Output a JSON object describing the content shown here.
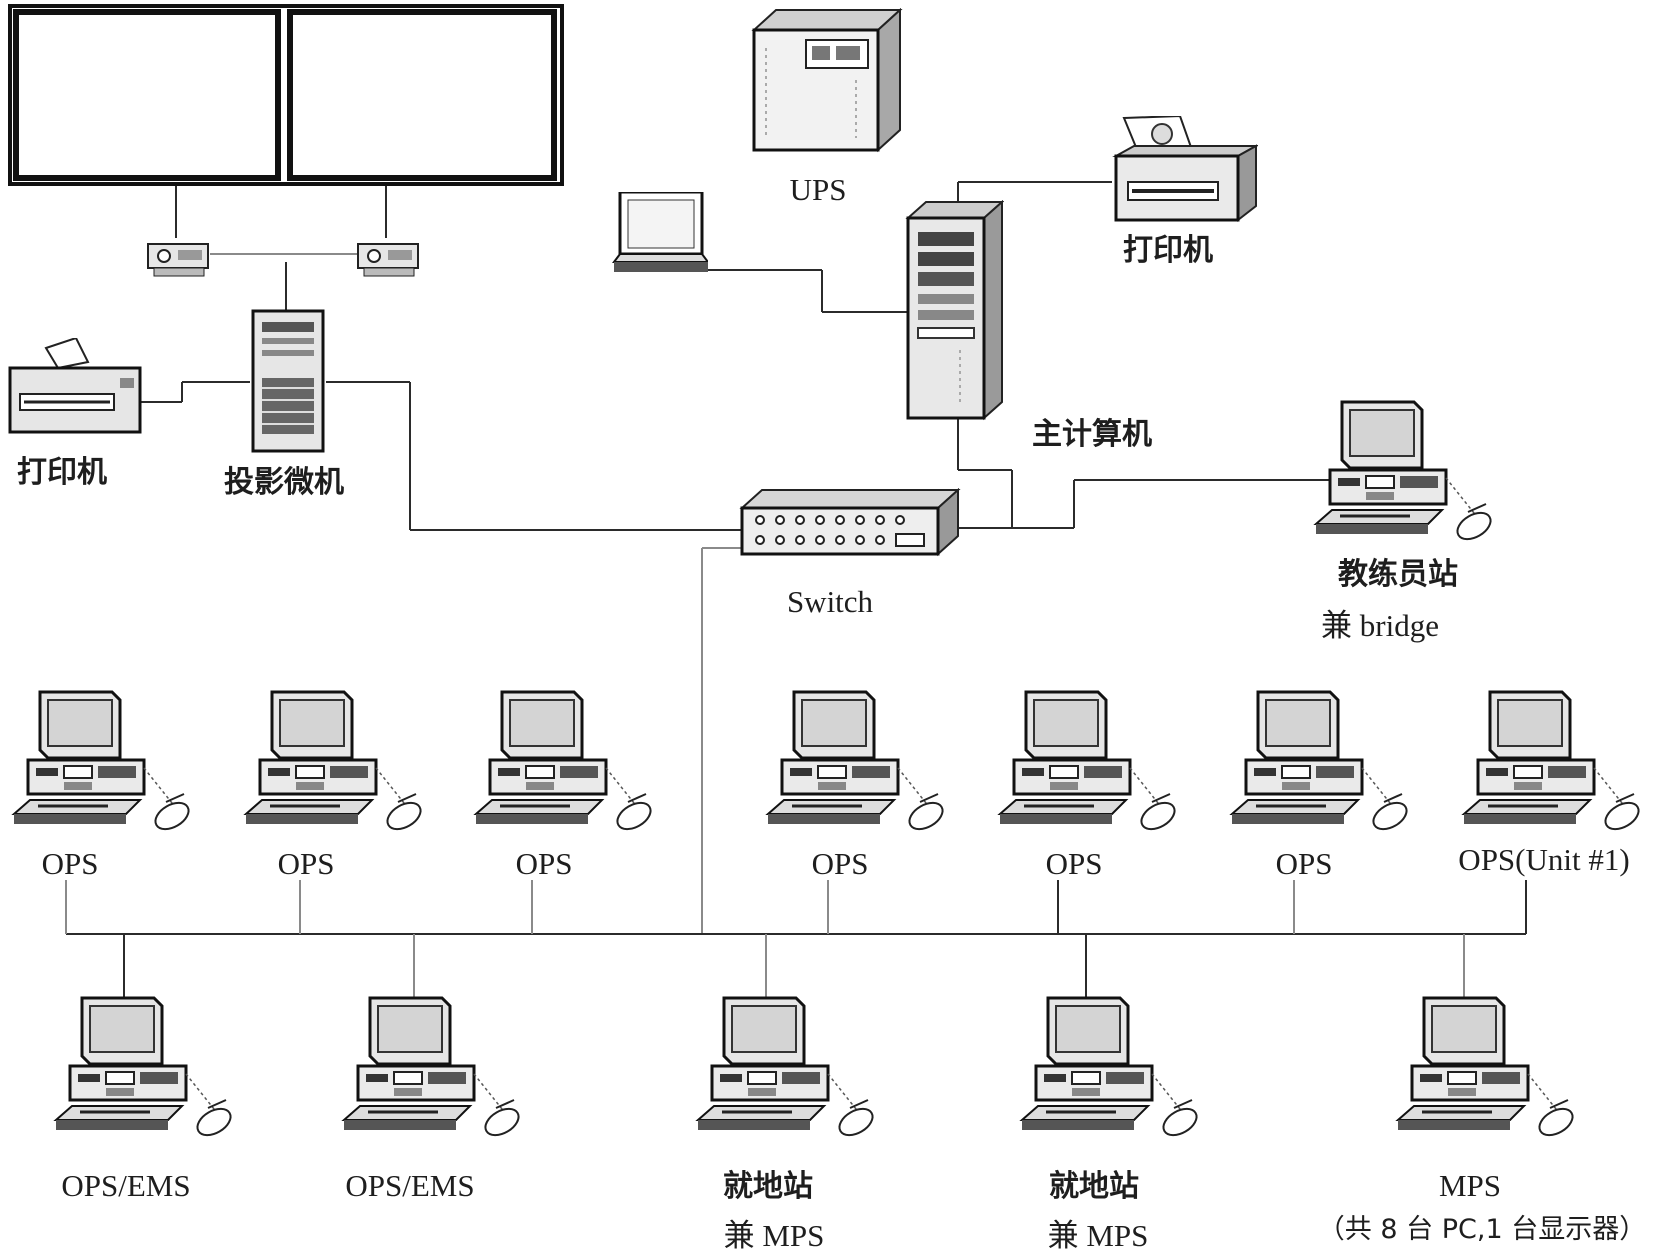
{
  "diagram": {
    "display_wall": {
      "name": "large-display-wall"
    },
    "labels": {
      "ups": "UPS",
      "printer_right": "打印机",
      "printer_left": "打印机",
      "projector_pc": "投影微机",
      "host_computer": "主计算机",
      "switch": "Switch",
      "instructor_line1": "教练员站",
      "instructor_line2": "兼 bridge",
      "ops": "OPS",
      "ops_unit1": "OPS(Unit #1)",
      "ops_ems": "OPS/EMS",
      "local_station_line1": "就地站",
      "local_station_line2": "兼 MPS",
      "mps": "MPS",
      "mps_note": "（共 8 台 PC,1 台显示器）"
    },
    "icons": {
      "workstation": "computer-workstation-icon",
      "printer": "printer-icon",
      "server": "tower-server-icon",
      "switch": "network-switch-icon",
      "ups": "ups-icon",
      "monitor": "monitor-icon",
      "projector": "projector-icon"
    },
    "colors": {
      "line": "#2b2b2b",
      "gray_line": "#8a8a8a",
      "device_fill": "#e6e6e6",
      "screen_fill": "#d4d4d4"
    }
  }
}
